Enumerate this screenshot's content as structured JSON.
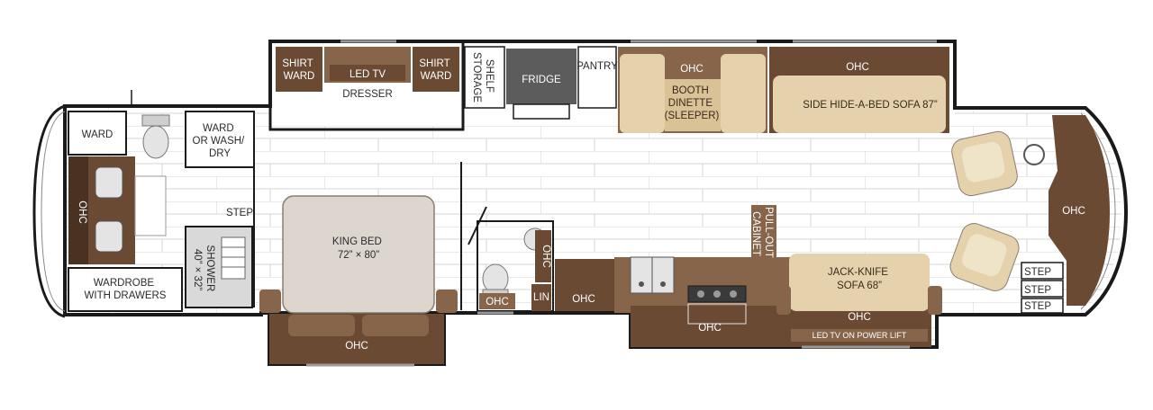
{
  "colors": {
    "wall": "#1a1a1a",
    "floor": "#ffffff",
    "tile_line": "#d6d6d6",
    "cabinet_brown": "#6b4a33",
    "cabinet_dark": "#4a3222",
    "cabinet_mid": "#86654a",
    "sofa_tan": "#e5d2ad",
    "sofa_light": "#f0e4c8",
    "fixture_grey": "#cfcfcf",
    "fridge_grey": "#5c5c5c"
  },
  "labels": {
    "shirt_ward_left": [
      "SHIRT",
      "WARD"
    ],
    "led_tv_top": "LED TV",
    "dresser": "DRESSER",
    "shirt_ward_right": [
      "SHIRT",
      "WARD"
    ],
    "shelf_storage": [
      "SHELF",
      "STORAGE"
    ],
    "fridge": "FRIDGE",
    "pantry": "PANTRY",
    "ohc_booth": "OHC",
    "booth_dinette": [
      "BOOTH",
      "DINETTE",
      "(SLEEPER)"
    ],
    "ohc_sofa": "OHC",
    "side_sofa": "SIDE HIDE-A-BED SOFA 87”",
    "ward_rear": "WARD",
    "ward_wash": [
      "WARD",
      "OR WASH/",
      "DRY"
    ],
    "ohc_rear": "OHC",
    "step_bath": "STEP",
    "shower": [
      "SHOWER",
      "40” × 32”"
    ],
    "wardrobe": [
      "WARDROBE",
      "WITH DRAWERS"
    ],
    "king_bed": [
      "KING BED",
      "72” × 80”"
    ],
    "ohc_bed": "OHC",
    "ohc_half_bath": "OHC",
    "ohc_vanity": "OHC",
    "lin": "LIN",
    "ohc_galley_left": "OHC",
    "ohc_galley": "OHC",
    "pull_out_cabinet": [
      "PULL-OUT",
      "CABINET"
    ],
    "jack_knife_sofa": [
      "JACK-KNIFE",
      "SOFA 68”"
    ],
    "ohc_jack": "OHC",
    "led_tv_lift": "LED TV ON POWER LIFT",
    "ohc_front": "OHC",
    "steps": [
      "STEP",
      "STEP",
      "STEP"
    ]
  }
}
